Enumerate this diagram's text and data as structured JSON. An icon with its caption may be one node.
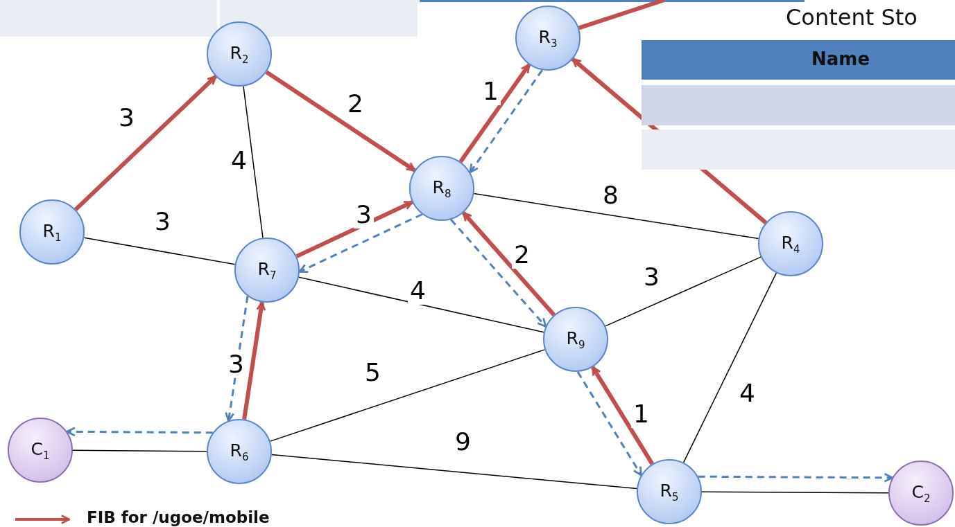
{
  "diagram": {
    "nodes": [
      {
        "text": [
          "R$_{1}$"
        ]
      },
      {
        "text": [
          "R$_{2}$"
        ]
      },
      {
        "text": [
          "R$_{3}$"
        ]
      },
      {
        "text": [
          "R$_{8}$"
        ]
      },
      {
        "text": [
          "R$_{4}$"
        ]
      },
      {
        "text": [
          "R$_{7}$"
        ]
      },
      {
        "text": [
          "R$_{9}$"
        ]
      },
      {
        "text": [
          "C$_{1}$"
        ]
      },
      {
        "text": [
          "R$_{6}$"
        ]
      },
      {
        "text": [
          "R$_{5}$"
        ]
      },
      {
        "text": [
          "C$_{2}$"
        ]
      }
    ],
    "edges": [
      {
        "from": 0,
        "to": 5,
        "arrow": "none",
        "label": "3"
      },
      {
        "from": 1,
        "to": 5,
        "arrow": "none",
        "label": "4"
      },
      {
        "from": 3,
        "to": 4,
        "arrow": "none",
        "label": "8"
      },
      {
        "from": 5,
        "to": 6,
        "arrow": "none",
        "label": "4"
      },
      {
        "from": 6,
        "to": 4,
        "arrow": "none",
        "label": "3"
      },
      {
        "from": 8,
        "to": 6,
        "arrow": "none",
        "label": "5"
      },
      {
        "from": 8,
        "to": 9,
        "arrow": "none",
        "label": "9"
      },
      {
        "from": 4,
        "to": 9,
        "arrow": "none",
        "label": "4"
      },
      {
        "from": 7,
        "to": 8,
        "arrow": "none"
      },
      {
        "from": 9,
        "to": 10,
        "arrow": "none"
      },
      {
        "from": 0,
        "to": 1,
        "arrow": "to",
        "label": "3",
        "style": "thick",
        "color": "#c0504d"
      },
      {
        "from": 1,
        "to": 3,
        "arrow": "to",
        "label": "2",
        "style": "thick",
        "color": "#c0504d"
      },
      {
        "from": 3,
        "to": 2,
        "arrow": "to",
        "label": "1",
        "style": "thick",
        "color": "#c0504d"
      },
      {
        "from": 5,
        "to": 3,
        "arrow": "to",
        "label": "3",
        "style": "thick",
        "color": "#c0504d"
      },
      {
        "from": 6,
        "to": 3,
        "arrow": "to",
        "label": "2",
        "style": "thick",
        "color": "#c0504d"
      },
      {
        "from": 8,
        "to": 5,
        "arrow": "to",
        "label": "3",
        "style": "thick",
        "color": "#c0504d"
      },
      {
        "from": 9,
        "to": 6,
        "arrow": "to",
        "label": "1",
        "style": "thick",
        "color": "#c0504d"
      },
      {
        "from": 4,
        "to": 2,
        "arrow": "to",
        "style": "thick",
        "color": "#c0504d"
      },
      {
        "from": 2,
        "to": null,
        "arrow": "none",
        "style": "thick",
        "color": "#c0504d"
      },
      {
        "from": 2,
        "to": 3,
        "arrow": "to",
        "style": "dashed",
        "color": "#4f81bd"
      },
      {
        "from": 3,
        "to": 5,
        "arrow": "to",
        "style": "dashed",
        "color": "#4f81bd"
      },
      {
        "from": 5,
        "to": 8,
        "arrow": "to",
        "style": "dashed",
        "color": "#4f81bd"
      },
      {
        "from": 8,
        "to": 7,
        "arrow": "to",
        "style": "dashed",
        "color": "#4f81bd"
      },
      {
        "from": 3,
        "to": 6,
        "arrow": "to",
        "style": "dashed",
        "color": "#4f81bd"
      },
      {
        "from": 6,
        "to": 9,
        "arrow": "to",
        "style": "dashed",
        "color": "#4f81bd"
      },
      {
        "from": 9,
        "to": 10,
        "arrow": "to",
        "style": "dashed",
        "color": "#4f81bd"
      }
    ],
    "labels": [
      "Content Sto",
      "Name"
    ],
    "legend": [
      {
        "text": "FIB for /ugoe/mobile"
      }
    ]
  }
}
